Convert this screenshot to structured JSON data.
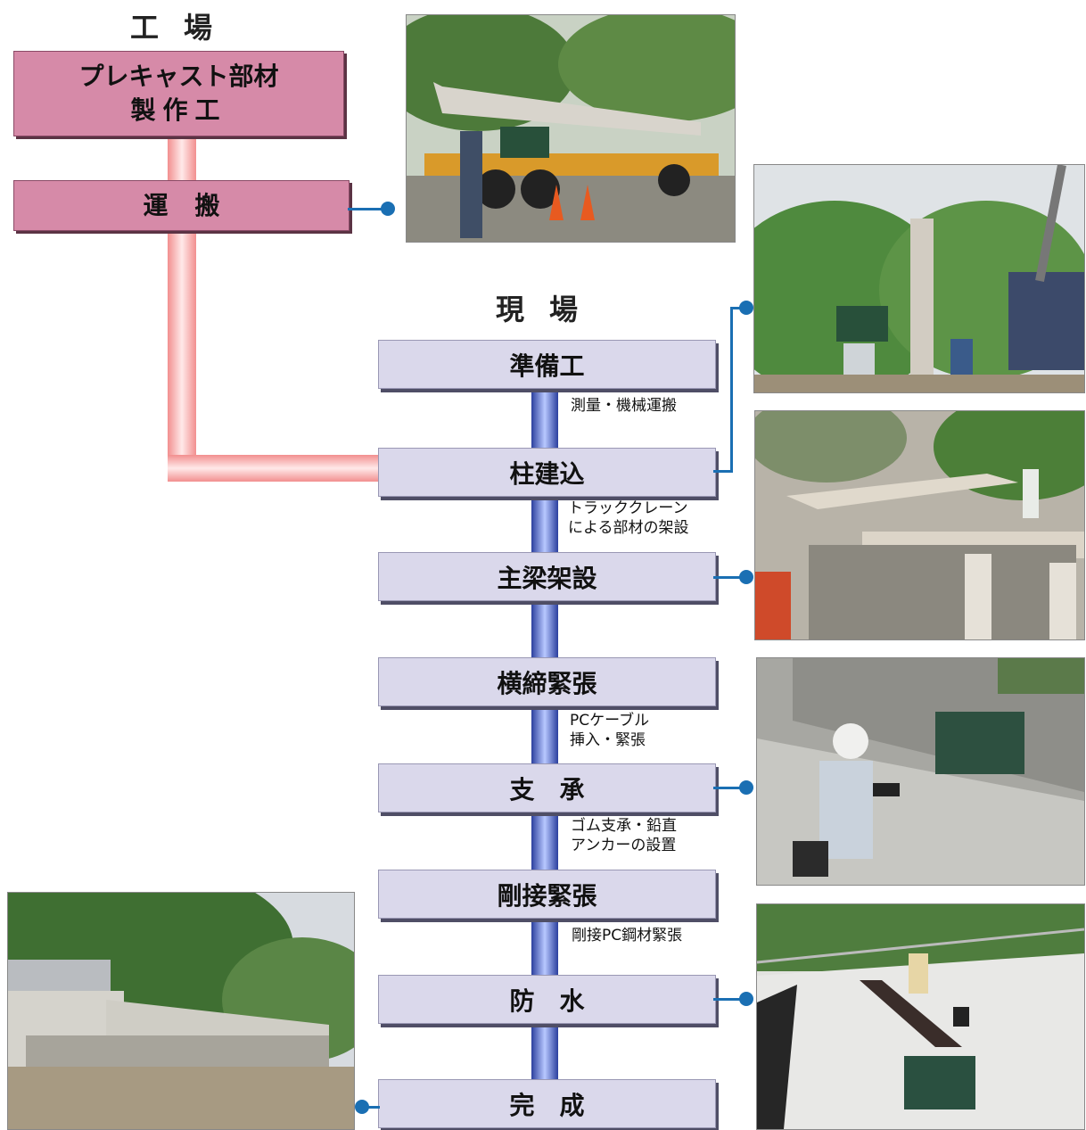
{
  "factory": {
    "heading": "工場",
    "precast_line1": "プレキャスト部材",
    "precast_line2": "製作工",
    "transport": "運搬"
  },
  "site": {
    "heading": "現場",
    "steps": [
      {
        "label": "準備工"
      },
      {
        "label": "柱建込"
      },
      {
        "label": "主梁架設"
      },
      {
        "label": "横締緊張"
      },
      {
        "label": "支承"
      },
      {
        "label": "剛接緊張"
      },
      {
        "label": "防水"
      },
      {
        "label": "完成"
      }
    ],
    "notes": {
      "prep": "測量・機械運搬",
      "column_line1": "トラッククレーン",
      "column_line2": "による部材の架設",
      "tension_line1": "PCケーブル",
      "tension_line2": "挿入・緊張",
      "bearing_line1": "ゴム支承・鉛直",
      "bearing_line2": "アンカーの設置",
      "rigid": "剛接PC鋼材緊張"
    }
  },
  "colors": {
    "factory_box": "#d68aa8",
    "factory_pipe": "#f28f8f",
    "site_box": "#dad8eb",
    "site_pipe": "#2b3f9e",
    "connector": "#1a6fb3"
  }
}
